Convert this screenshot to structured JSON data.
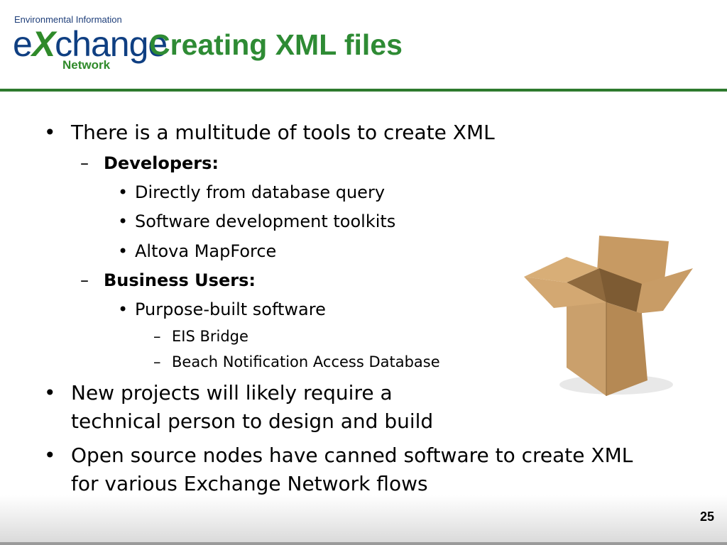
{
  "logo": {
    "top_text": "Environmental Information",
    "word_prefix": "e",
    "word_x": "X",
    "word_suffix": "change",
    "bottom_text": "Network"
  },
  "slide": {
    "title": "Creating XML files",
    "page_number": "25"
  },
  "bullets": {
    "b1": "There is a multitude of tools to create XML",
    "developers": "Developers:",
    "dev_items": [
      "Directly from database query",
      "Software development toolkits",
      "Altova MapForce"
    ],
    "business": "Business Users:",
    "business_items": [
      "Purpose-built software"
    ],
    "software_items": [
      "EIS Bridge",
      "Beach Notification Access Database"
    ],
    "b2_line1": "New projects will likely require a",
    "b2_line2": "technical person to design and build",
    "b3_line1": "Open source nodes have canned software to create XML",
    "b3_line2": "for various Exchange Network flows"
  },
  "markers": {
    "bullet": "•",
    "dash": "–"
  },
  "colors": {
    "title": "#2e8b34",
    "rule": "#2e7a2e",
    "logo_blue": "#0f3f82",
    "logo_green": "#2f8a2a"
  }
}
